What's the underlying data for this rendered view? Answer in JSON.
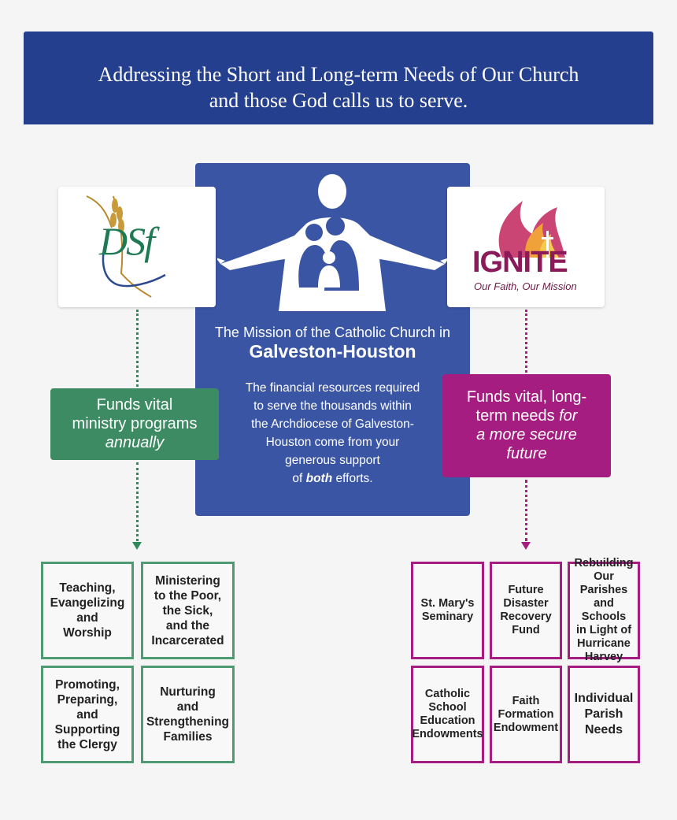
{
  "banner": {
    "line1": "Addressing the Short and Long-term Needs of Our Church",
    "line2": "and those God calls us to serve."
  },
  "mission": {
    "title_line1": "The Mission of the Catholic Church in",
    "title_line2": "Galveston-Houston",
    "body": [
      "The financial resources required",
      "to serve the thousands within",
      "the Archdiocese of Galveston-",
      "Houston come from your",
      "generous support"
    ],
    "body_last_pre": "of ",
    "body_last_em": "both",
    "body_last_post": " efforts."
  },
  "dsf_logo": {
    "text": "DSf"
  },
  "ignite_logo": {
    "text": "IGNITE",
    "tagline": "Our Faith, Our Mission"
  },
  "dsf_pill": {
    "line1": "Funds vital",
    "line2": "ministry programs",
    "line3_em": "annually"
  },
  "ignite_pill": {
    "line1": "Funds vital, long-",
    "line2_pre": "term needs ",
    "line2_em": "for",
    "line3_em": "a more secure",
    "line4_em": "future"
  },
  "dsf_boxes": [
    [
      "Teaching,",
      "Evangelizing",
      "and",
      "Worship"
    ],
    [
      "Ministering",
      "to the Poor,",
      "the Sick,",
      "and the",
      "Incarcerated"
    ],
    [
      "Promoting,",
      "Preparing,",
      "and",
      "Supporting",
      "the Clergy"
    ],
    [
      "Nurturing",
      "and",
      "Strengthening",
      "Families"
    ]
  ],
  "ignite_boxes": [
    [
      "St. Mary's",
      "Seminary"
    ],
    [
      "Future",
      "Disaster",
      "Recovery",
      "Fund"
    ],
    [
      "Rebuilding",
      "Our Parishes",
      "and Schools",
      "in Light of",
      "Hurricane",
      "Harvey"
    ],
    [
      "Catholic",
      "School",
      "Education",
      "Endowments"
    ],
    [
      "Faith",
      "Formation",
      "Endowment"
    ],
    [
      "Individual",
      "Parish",
      "Needs"
    ]
  ],
  "colors": {
    "banner": "#253f8f",
    "mission": "#3a55a3",
    "green": "#3d8b63",
    "magenta": "#a51d80"
  }
}
